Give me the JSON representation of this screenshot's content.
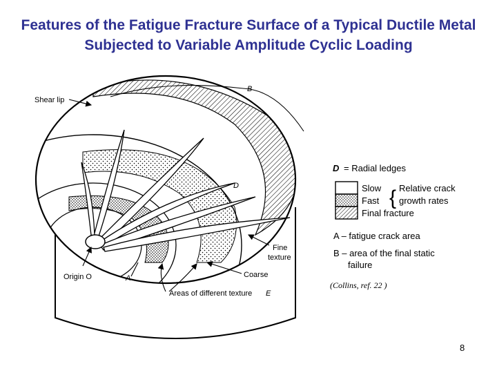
{
  "title": "Features of the Fatigue Fracture Surface of a Typical Ductile Metal Subjected to Variable Amplitude Cyclic Loading",
  "figure": {
    "labels": {
      "shear_lip": "Shear lip",
      "b": "B",
      "d": "D",
      "fine_texture_1": "Fine",
      "fine_texture_2": "texture",
      "coarse": "Coarse",
      "origin": "Origin O",
      "a": "A",
      "areas_texture": "Areas of different texture",
      "e": "E"
    }
  },
  "legend": {
    "d_symbol": "D",
    "d_text": "= Radial ledges",
    "slow": "Slow",
    "fast": "Fast",
    "final": "Final fracture",
    "relative_1": "Relative crack",
    "relative_2": "growth rates"
  },
  "caption": {
    "a": "A – fatigue crack area",
    "b_line1": "B – area of the final static",
    "b_line2": "failure"
  },
  "citation": "(Collins, ref. 22 )",
  "page_number": "8",
  "colors": {
    "title": "#2e3192",
    "ink": "#000000"
  }
}
